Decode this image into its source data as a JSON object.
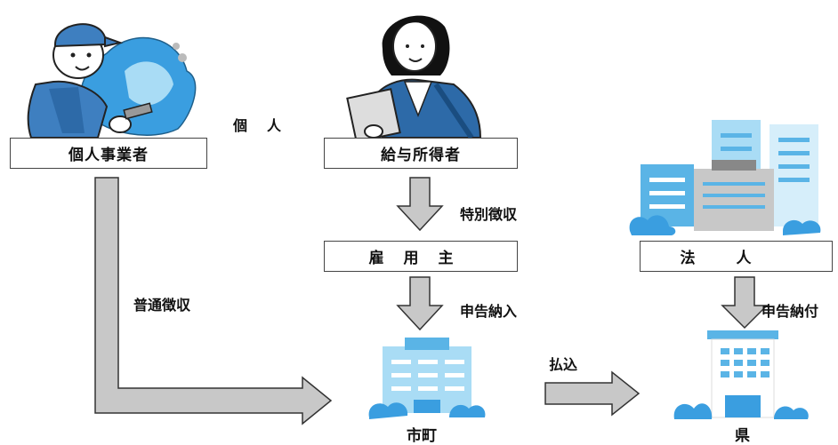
{
  "nodes": {
    "individual_business": "個人事業者",
    "salary_earner": "給与所得者",
    "employer": "雇用主",
    "corporation": "法人",
    "municipality": "市町",
    "prefecture": "県"
  },
  "labels": {
    "individual": "個人",
    "special_collection": "特別徴収",
    "ordinary_collection": "普通徴収",
    "declare_payment_in": "申告納入",
    "declare_payment": "申告納付",
    "transfer": "払込"
  },
  "colors": {
    "arrow_fill": "#c8c8c8",
    "arrow_stroke": "#333333",
    "building_blue": "#5ab4e6",
    "building_light": "#a9dcf5",
    "cloud": "#3a9ee0"
  }
}
